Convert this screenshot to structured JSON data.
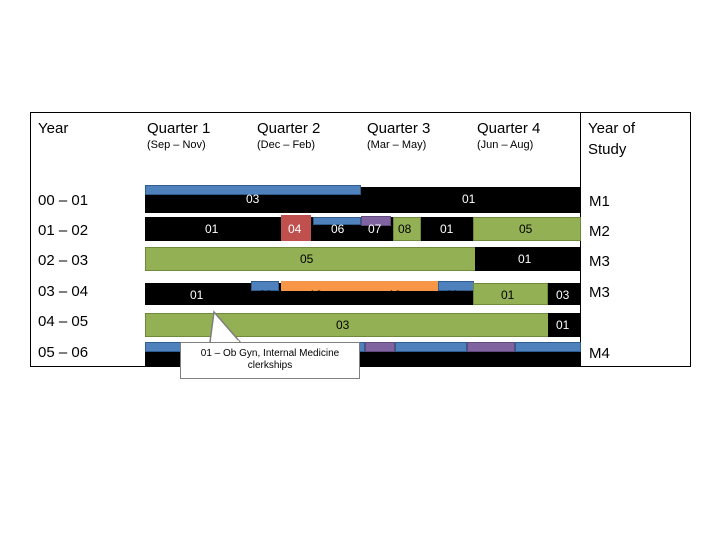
{
  "header": {
    "year": "Year",
    "q1": "Quarter 1",
    "q1_months": "(Sep – Nov)",
    "q2": "Quarter 2",
    "q2_months": "(Dec – Feb)",
    "q3": "Quarter 3",
    "q3_months": "(Mar – May)",
    "q4": "Quarter 4",
    "q4_months": "(Jun – Aug)",
    "year_of_study_line1": "Year of",
    "year_of_study_line2": "Study"
  },
  "rows": [
    {
      "year": "00 – 01",
      "level": "M1"
    },
    {
      "year": "01 – 02",
      "level": "M2"
    },
    {
      "year": "02 – 03",
      "level": "M3"
    },
    {
      "year": "03 – 04",
      "level": "M3"
    },
    {
      "year": "04 – 05",
      "level": ""
    },
    {
      "year": "05 – 06",
      "level": "M4"
    }
  ],
  "bar_labels": {
    "r1_a": "03",
    "r1_b": "01",
    "r2_a": "01",
    "r2_b": "04",
    "r2_c": "06",
    "r2_d": "07",
    "r2_e": "08",
    "r2_f": "01",
    "r2_g": "05",
    "r3_a": "05",
    "r3_b": "01",
    "r4_a": "01",
    "r4_b": "09",
    "r4_c": "10",
    "r4_d": "10",
    "r4_e": "11",
    "r4_f": "01",
    "r4_g": "03",
    "r5_a": "03",
    "r5_b": "01"
  },
  "callout": {
    "line1": "01 – Ob Gyn, Internal Medicine",
    "line2": "clerkships"
  },
  "colors": {
    "green": "#93b154",
    "blue": "#4f81bd",
    "red": "#c0504d",
    "orange": "#f79646",
    "purple": "#8064a2",
    "black": "#000000"
  }
}
